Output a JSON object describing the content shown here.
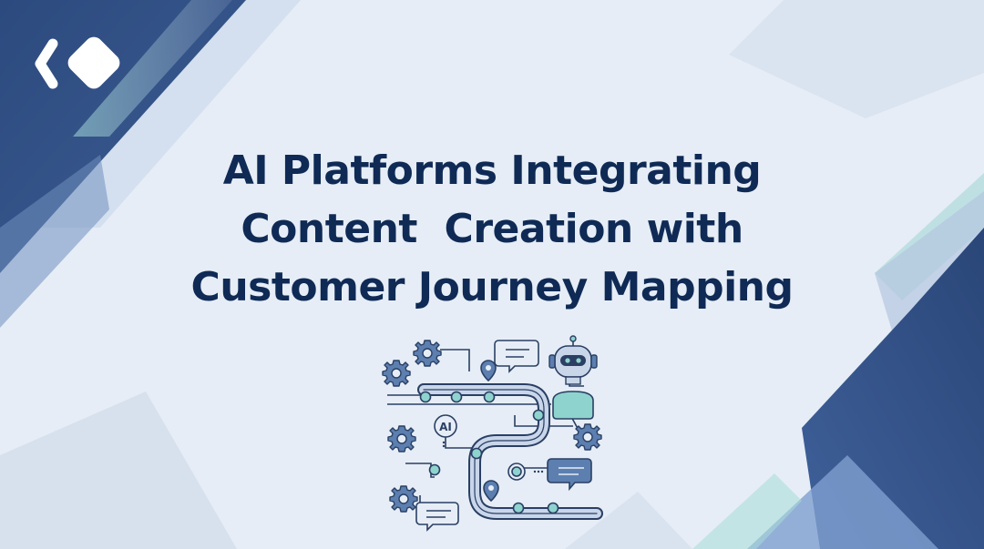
{
  "headline": {
    "line1": "AI Platforms Integrating",
    "line2": "Content  Creation with",
    "line3": "Customer Journey Mapping"
  },
  "illustration": {
    "ai_label": "AI",
    "icons": [
      "gear-icon",
      "map-pin-icon",
      "chat-bubble-icon",
      "robot-icon",
      "journey-path"
    ]
  },
  "colors": {
    "background": "#e6edf6",
    "navy": "#0f2a55",
    "accent_blue": "#2f4f86",
    "accent_teal": "#8fd3cf",
    "icon_fill": "#5c7fb0",
    "icon_stroke": "#2a3f63"
  }
}
